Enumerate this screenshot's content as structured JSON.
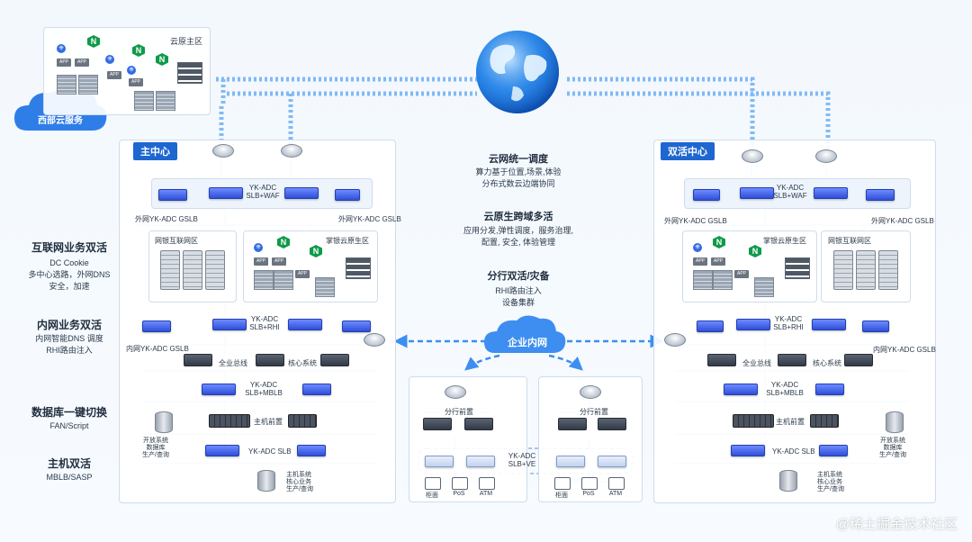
{
  "cloud_region": {
    "label": "云原主区",
    "service_badge": "西部云服务"
  },
  "main_center": {
    "tag": "主中心"
  },
  "active_center": {
    "tag": "双活中心"
  },
  "left_sections": [
    {
      "title": "互联网业务双活",
      "lines": [
        "DC Cookie",
        "多中心选路，外网DNS",
        "安全，加速"
      ]
    },
    {
      "title": "内网业务双活",
      "lines": [
        "内网智能DNS 调度",
        "RHI路由注入"
      ]
    },
    {
      "title": "数据库一键切换",
      "lines": [
        "FAN/Script"
      ]
    },
    {
      "title": "主机双活",
      "lines": [
        "MBLB/SASP"
      ]
    }
  ],
  "center_features": [
    {
      "title": "云网统一调度",
      "lines": [
        "算力基于位置,场景,体验",
        "分布式数云边端协同"
      ]
    },
    {
      "title": "云原生跨域多活",
      "lines": [
        "应用分发,弹性调度，服务治理,",
        "配置, 安全, 体验管理"
      ]
    },
    {
      "title": "分行双活/灾备",
      "lines": [
        "RHI路由注入",
        "设备集群"
      ]
    }
  ],
  "enterprise_intranet": "企业内网",
  "main": {
    "waf_label": [
      "YK-ADC",
      "SLB+WAF"
    ],
    "ext_gslb_left": "外网YK-ADC GSLB",
    "ext_gslb_right": "外网YK-ADC GSLB",
    "internet_zone": "网银互联网区",
    "cloud_native_zone": "掌银云原生区",
    "rhi_label": [
      "YK-ADC",
      "SLB+RHI"
    ],
    "int_gslb": "内网YK-ADC GSLB",
    "general_system": "全业总线",
    "core_system": "核心系统",
    "mblb_label": [
      "YK-ADC",
      "SLB+MBLB"
    ],
    "frontend": "主机前置",
    "open_system": [
      "开放系统",
      "数据库",
      "生产/查询"
    ],
    "slb_label": "YK-ADC SLB",
    "mainframe": [
      "主机系统",
      "核心业务",
      "生产/查询"
    ]
  },
  "active": {
    "waf_label": [
      "YK-ADC",
      "SLB+WAF"
    ],
    "ext_gslb_left": "外网YK-ADC GSLB",
    "ext_gslb_right": "外网YK-ADC GSLB",
    "cloud_native_zone": "掌银云原生区",
    "internet_zone": "网银互联网区",
    "rhi_label": [
      "YK-ADC",
      "SLB+RHI"
    ],
    "int_gslb": "内网YK-ADC GSLB",
    "general_system": "全业总线",
    "core_system": "核心系统",
    "mblb_label": [
      "YK-ADC",
      "SLB+MBLB"
    ],
    "frontend": "主机前置",
    "open_system": [
      "开放系统",
      "数据库",
      "生产/查询"
    ],
    "slb_label": "YK-ADC SLB",
    "mainframe": [
      "主机系统",
      "核心业务",
      "生产/查询"
    ]
  },
  "branch": {
    "branch_frontend_left": "分行前置",
    "branch_frontend_right": "分行前置",
    "ve_label": [
      "YK-ADC",
      "SLB+VE"
    ],
    "terminals": [
      "柜面",
      "PoS",
      "ATM"
    ]
  },
  "watermark": "@稀土掘金技术社区",
  "colors": {
    "accent": "#1e66d0",
    "link": "#3d8ef0",
    "globe": "#2a86e8"
  }
}
